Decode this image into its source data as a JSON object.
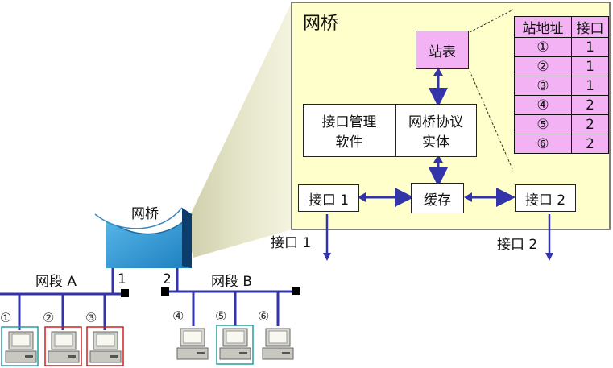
{
  "panel": {
    "title": "网桥",
    "station_table_label": "站表",
    "mgmt_line1": "接口管理",
    "mgmt_line2": "软件",
    "proto_line1": "网桥协议",
    "proto_line2": "实体",
    "port1_label": "接口 1",
    "buffer_label": "缓存",
    "port2_label": "接口 2"
  },
  "table": {
    "headers": [
      "站地址",
      "接口"
    ],
    "rows": [
      [
        "①",
        "1"
      ],
      [
        "②",
        "1"
      ],
      [
        "③",
        "1"
      ],
      [
        "④",
        "2"
      ],
      [
        "⑤",
        "2"
      ],
      [
        "⑥",
        "2"
      ]
    ]
  },
  "outside": {
    "port1_label": "接口 1",
    "port2_label": "接口 2",
    "bridge_label": "网桥",
    "port_num_1": "1",
    "port_num_2": "2",
    "segment_a": "网段 A",
    "segment_b": "网段 B"
  },
  "stations": [
    "①",
    "②",
    "③",
    "④",
    "⑤",
    "⑥"
  ],
  "colors": {
    "panel_fill": "#ffffcc",
    "table_fill": "#f3b2f3",
    "line_blue": "#3333aa",
    "bridge_blue": "#2e9bd6",
    "frame_red": "#d02020",
    "frame_teal": "#20a0a0"
  }
}
